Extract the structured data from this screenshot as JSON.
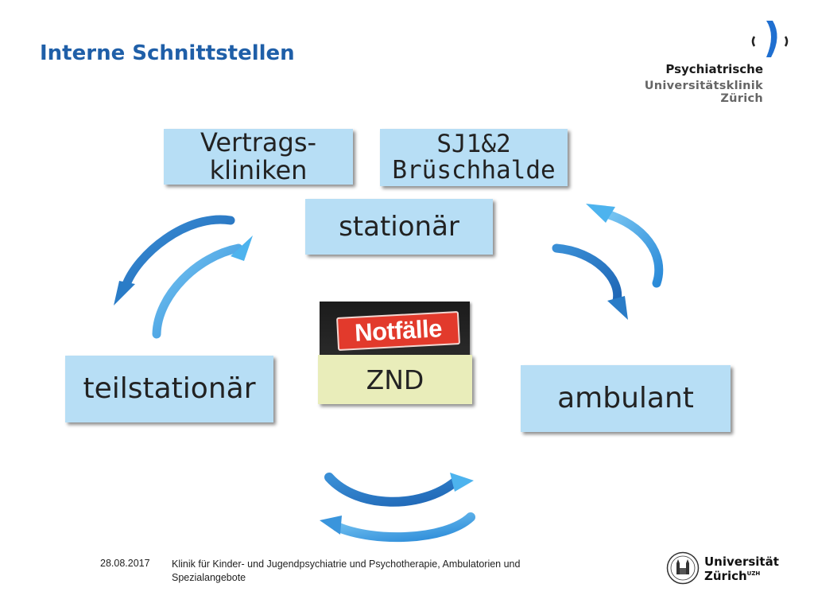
{
  "title": "Interne Schnittstellen",
  "logo": {
    "line1": "Psychiatrische",
    "line2": "Universitätsklinik Zürich"
  },
  "boxes": {
    "vertragskliniken": [
      "Vertrags-",
      "kliniken"
    ],
    "sj": [
      "SJ1&2",
      "Brüschhalde"
    ],
    "stationaer": "stationär",
    "teilstationaer": "teilstationär",
    "ambulant": "ambulant",
    "znd": "ZND"
  },
  "notfaelle_sign": "Notfälle",
  "footer": {
    "date": "28.08.2017",
    "text": "Klinik für Kinder- und Jugendpsychiatrie und Psychotherapie, Ambulatorien und Spezialangebote"
  },
  "uzh": {
    "line1": "Universität",
    "line2": "Zürich",
    "sup": "UZH"
  },
  "colors": {
    "title": "#1f5fa8",
    "box_fill": "#b7def5",
    "znd_fill": "#e9edba",
    "arrow_light": "#4db3ee",
    "arrow_dark": "#2a7cc7",
    "sign_red": "#e23a2c"
  }
}
